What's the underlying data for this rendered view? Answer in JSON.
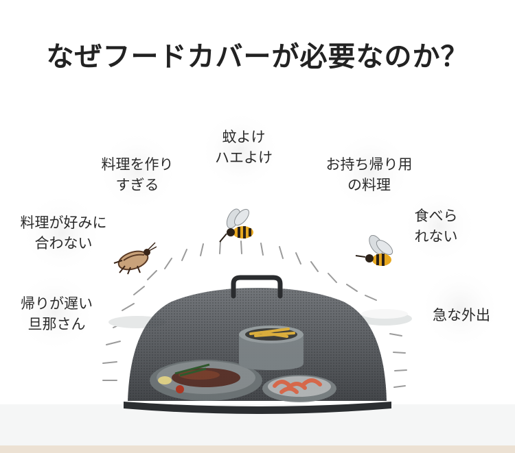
{
  "title": "なぜフードカバーが必要なのか？",
  "reasons": {
    "insects": [
      "蚊よけ",
      "ハエよけ"
    ],
    "too_much": [
      "料理を作り",
      "すぎる"
    ],
    "takeout": [
      "お持ち帰り用",
      "の料理"
    ],
    "preference": [
      "料理が好みに",
      "合わない"
    ],
    "cannot_eat": [
      "食べら",
      "れない"
    ],
    "late_husband": [
      "帰りが遅い",
      "旦那さん"
    ],
    "outing": [
      "急な外出"
    ]
  },
  "icons": {
    "cockroach": "cockroach-icon",
    "bee_left": "bee-icon",
    "bee_right": "bee-icon"
  },
  "colors": {
    "cover_mesh": "#3a3d42",
    "plate": "#7d8486",
    "bee_yellow": "#e7a820"
  }
}
